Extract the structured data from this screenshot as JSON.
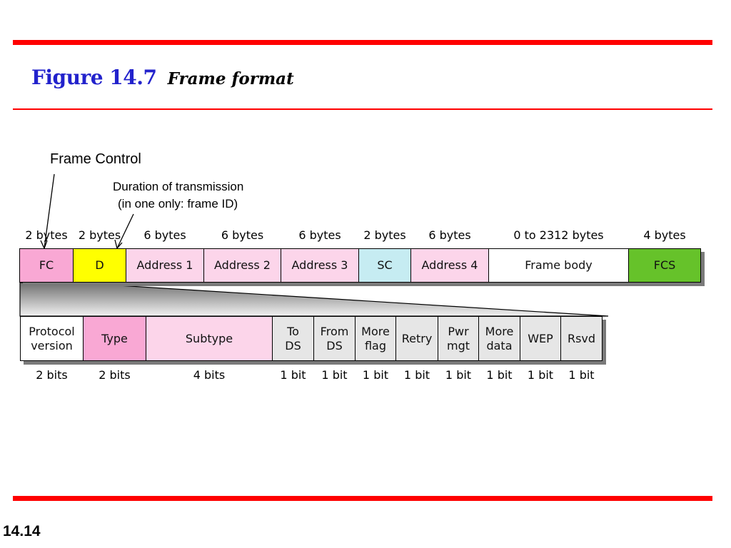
{
  "colors": {
    "rule": "#ff0000",
    "figure_number": "#2222cc",
    "pink": "#f9a8d4",
    "light_pink": "#fcd5ea",
    "yellow": "#ffff00",
    "light_blue": "#c6ecf2",
    "green": "#66c22a",
    "gray": "#e6e6e6",
    "white": "#ffffff",
    "shadow": "#7a7a7a"
  },
  "title": {
    "number": "Figure 14.7",
    "caption": "Frame format"
  },
  "annotations": {
    "frame_control": "Frame Control",
    "duration_line1": "Duration of transmission",
    "duration_line2": "(in one only: frame ID)"
  },
  "frame_fields": [
    {
      "label": "FC",
      "size": "2 bytes",
      "color": "pink"
    },
    {
      "label": "D",
      "size": "2 bytes",
      "color": "yellow"
    },
    {
      "label": "Address 1",
      "size": "6 bytes",
      "color": "light_pink"
    },
    {
      "label": "Address 2",
      "size": "6 bytes",
      "color": "light_pink"
    },
    {
      "label": "Address 3",
      "size": "6 bytes",
      "color": "light_pink"
    },
    {
      "label": "SC",
      "size": "2 bytes",
      "color": "light_blue"
    },
    {
      "label": "Address 4",
      "size": "6 bytes",
      "color": "light_pink"
    },
    {
      "label": "Frame body",
      "size": "0 to 2312 bytes",
      "color": "white"
    },
    {
      "label": "FCS",
      "size": "4 bytes",
      "color": "green"
    }
  ],
  "fc_subfields": [
    {
      "label": "Protocol\nversion",
      "size": "2 bits",
      "color": "white"
    },
    {
      "label": "Type",
      "size": "2 bits",
      "color": "pink"
    },
    {
      "label": "Subtype",
      "size": "4 bits",
      "color": "light_pink"
    },
    {
      "label": "To\nDS",
      "size": "1 bit",
      "color": "gray"
    },
    {
      "label": "From\nDS",
      "size": "1 bit",
      "color": "gray"
    },
    {
      "label": "More\nflag",
      "size": "1 bit",
      "color": "gray"
    },
    {
      "label": "Retry",
      "size": "1 bit",
      "color": "gray"
    },
    {
      "label": "Pwr\nmgt",
      "size": "1 bit",
      "color": "gray"
    },
    {
      "label": "More\ndata",
      "size": "1 bit",
      "color": "gray"
    },
    {
      "label": "WEP",
      "size": "1 bit",
      "color": "gray"
    },
    {
      "label": "Rsvd",
      "size": "1 bit",
      "color": "gray"
    }
  ],
  "slide_number": "14.14"
}
